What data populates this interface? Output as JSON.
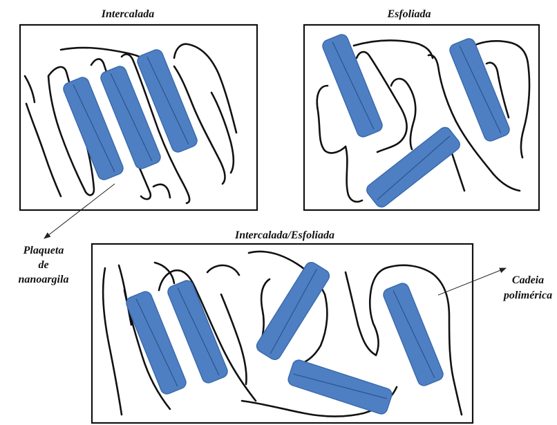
{
  "panels": {
    "intercalated": {
      "title": "Intercalada"
    },
    "exfoliated": {
      "title": "Esfoliada"
    },
    "mixed": {
      "title": "Intercalada/Esfoliada"
    }
  },
  "callouts": {
    "platelet": {
      "line1": "Plaqueta",
      "line2": "de",
      "line3": "nanoargila"
    },
    "chain": {
      "line1": "Cadeia",
      "line2": "polimérica"
    }
  },
  "colors": {
    "platelet_fill": "#4f7fc3",
    "platelet_edge": "#3a6bae",
    "platelet_ridge": "#2c568f",
    "chain": "#111111",
    "frame": "#111111"
  }
}
